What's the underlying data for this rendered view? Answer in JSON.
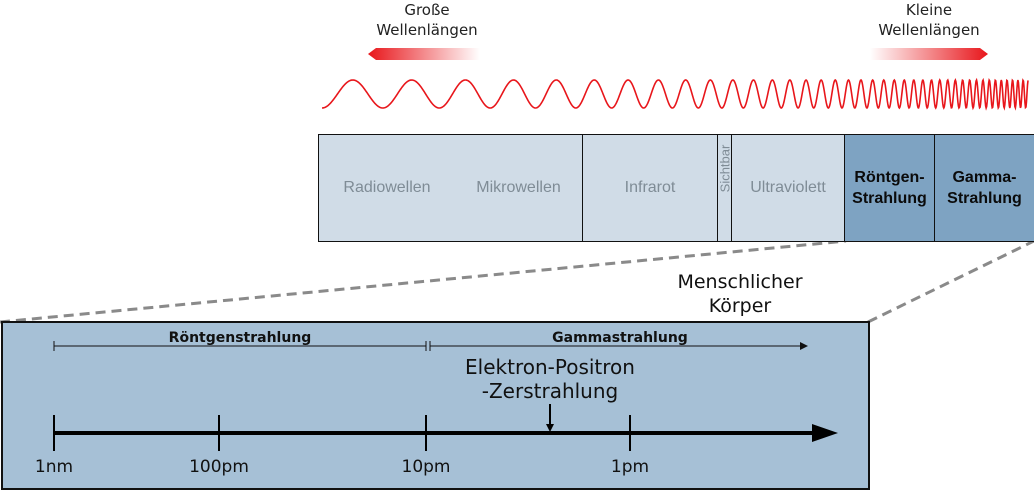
{
  "top_labels": {
    "long_wavelengths": "Große\nWellenlängen",
    "short_wavelengths": "Kleine\nWellenlängen"
  },
  "spectrum_bands": [
    {
      "label": "Radiowellen"
    },
    {
      "label": "Mikrowellen"
    },
    {
      "label": "Infrarot"
    },
    {
      "label": "Sichtbar"
    },
    {
      "label": "Ultraviolett"
    },
    {
      "label": "Röntgen-\nStrahlung"
    },
    {
      "label": "Gamma-\nStrahlung"
    }
  ],
  "body_label": "Menschlicher\nKörper",
  "zoom_box": {
    "range_xray": "Röntgenstrahlung",
    "range_gamma": "Gammastrahlung",
    "annotation": "Elektron-Positron\n-Zerstrahlung",
    "ticks": [
      "1nm",
      "100pm",
      "10pm",
      "1pm"
    ]
  },
  "colors": {
    "wave": "#e8161b",
    "band_light": "#d0dce7",
    "band_dark": "#7ea3c2",
    "zoom_bg": "#a6c0d6"
  }
}
